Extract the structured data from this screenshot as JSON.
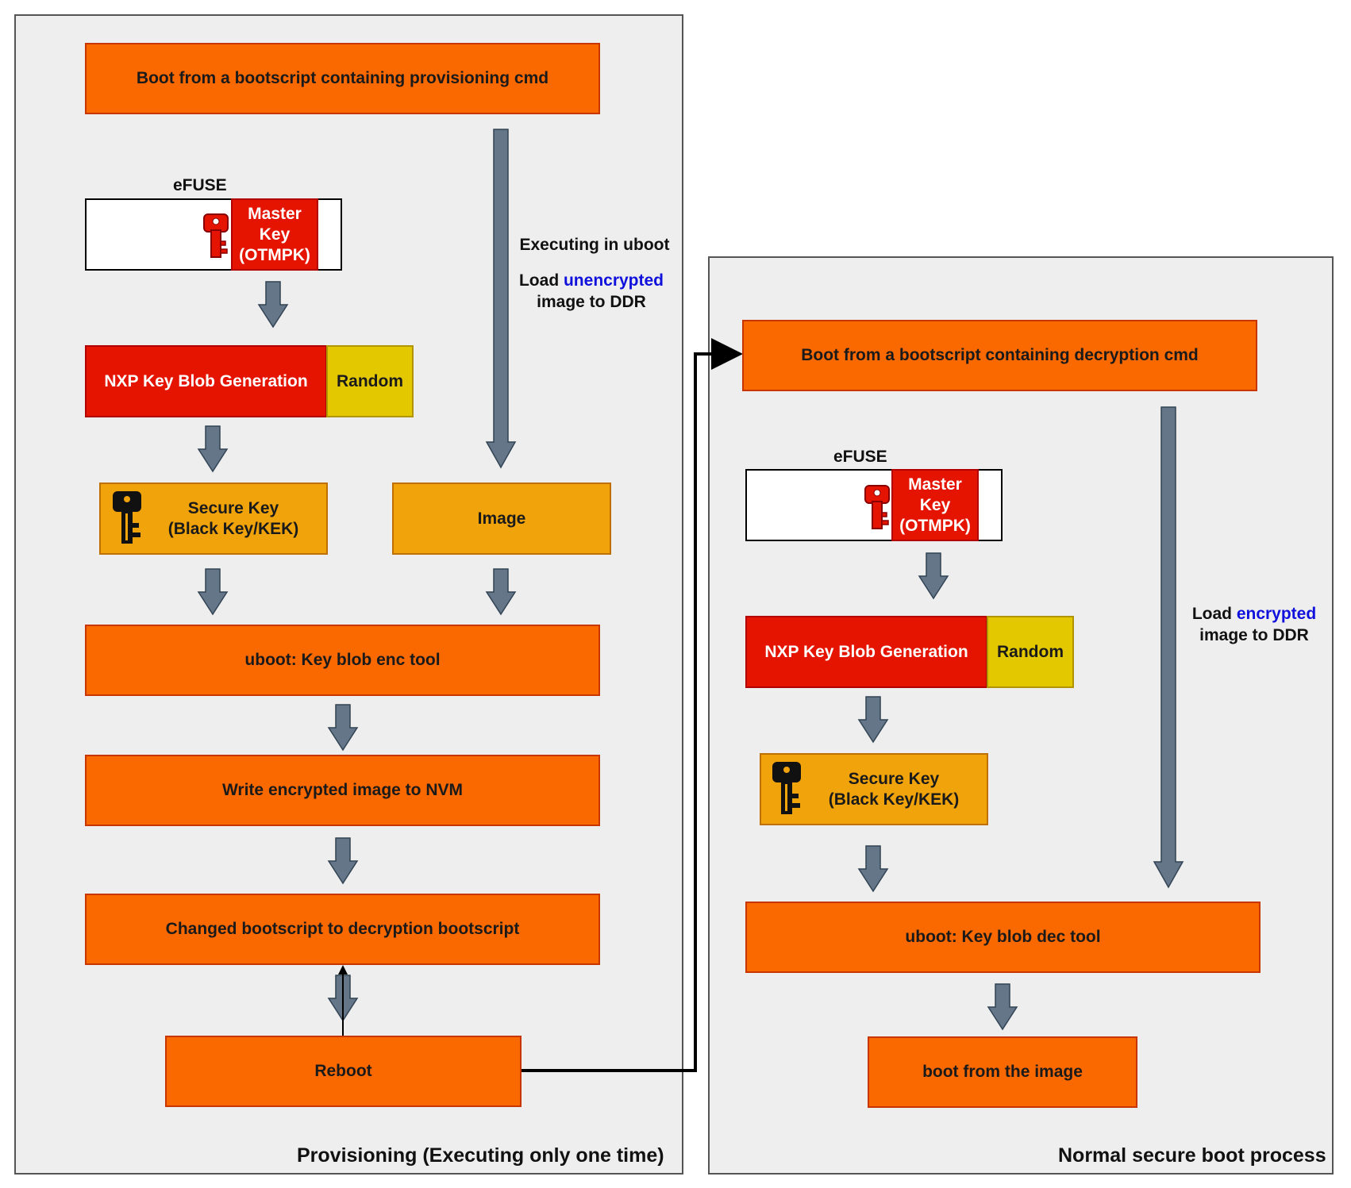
{
  "provisioning": {
    "title": "Provisioning (Executing only one time)",
    "boot_provisioning": "Boot from a bootscript containing provisioning cmd",
    "efuse_label": "eFUSE",
    "master_key": "Master Key (OTMPK)",
    "nxp_blob": "NXP Key Blob Generation",
    "random": "Random",
    "secure_key_line1": "Secure Key",
    "secure_key_line2": "(Black Key/KEK)",
    "image": "Image",
    "executing": "Executing in uboot",
    "load_prefix": "Load ",
    "load_highlight": "unencrypted",
    "load_suffix": "image to DDR",
    "enc_tool": "uboot: Key blob enc tool",
    "write_nvm": "Write encrypted image to NVM",
    "changed_bootscript": "Changed bootscript to decryption bootscript",
    "reboot": "Reboot"
  },
  "normal": {
    "title": "Normal secure boot process",
    "boot_decryption": "Boot from a bootscript containing decryption cmd",
    "efuse_label": "eFUSE",
    "master_key": "Master Key (OTMPK)",
    "nxp_blob": "NXP Key Blob Generation",
    "random": "Random",
    "secure_key_line1": "Secure Key",
    "secure_key_line2": "(Black Key/KEK)",
    "load_prefix": "Load ",
    "load_highlight": "encrypted",
    "load_suffix": "image to DDR",
    "dec_tool": "uboot: Key blob dec tool",
    "boot_image": "boot from the image"
  },
  "icons": [
    "red-key-icon",
    "black-key-icon",
    "down-arrow-icon"
  ],
  "colors": {
    "orange": "#fa6800",
    "amber": "#f0a30a",
    "red": "#e51400",
    "yellow": "#e3c800",
    "arrow": "#647687",
    "panel": "#eeeeee",
    "highlight": "#1010dd"
  }
}
